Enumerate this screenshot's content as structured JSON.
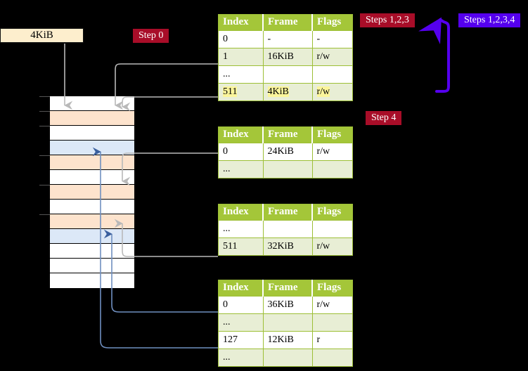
{
  "banner": {
    "label": "4KiB"
  },
  "badges": {
    "step0": "Step 0",
    "step4": "Step 4",
    "steps123": "Steps 1,2,3",
    "steps1234": "Steps 1,2,3,4"
  },
  "colors": {
    "table_header_green": "#a4c639",
    "table_alt_row": "#e8eed5",
    "highlight_yellow": "#fbf59b",
    "badge_red": "#a80d28",
    "badge_blue": "#5500ee",
    "banner_cream": "#fdeecd",
    "memory_peach": "#fde3cd",
    "memory_blue": "#dce8f7",
    "connector_gray": "#b9b9b9",
    "connector_blue": "#6f8fc0",
    "background": "#000000"
  },
  "columns": [
    "Index",
    "Frame",
    "Flags"
  ],
  "tables": [
    {
      "name": "level-4-table",
      "rows": [
        {
          "cells": [
            "0",
            "-",
            "-"
          ],
          "alt": false,
          "highlight": false
        },
        {
          "cells": [
            "1",
            "16KiB",
            "r/w"
          ],
          "alt": true,
          "highlight": false
        },
        {
          "cells": [
            "...",
            "",
            ""
          ],
          "alt": false,
          "highlight": false
        },
        {
          "cells": [
            "511",
            "4KiB",
            "r/w"
          ],
          "alt": true,
          "highlight": true
        }
      ]
    },
    {
      "name": "level-3-table",
      "rows": [
        {
          "cells": [
            "0",
            "24KiB",
            "r/w"
          ],
          "alt": false,
          "highlight": false
        },
        {
          "cells": [
            "...",
            "",
            ""
          ],
          "alt": true,
          "highlight": false
        }
      ]
    },
    {
      "name": "level-2-table",
      "rows": [
        {
          "cells": [
            "...",
            "",
            ""
          ],
          "alt": false,
          "highlight": false
        },
        {
          "cells": [
            "511",
            "32KiB",
            "r/w"
          ],
          "alt": true,
          "highlight": false
        }
      ]
    },
    {
      "name": "level-1-table",
      "rows": [
        {
          "cells": [
            "0",
            "36KiB",
            "r/w"
          ],
          "alt": false,
          "highlight": false
        },
        {
          "cells": [
            "...",
            "",
            ""
          ],
          "alt": true,
          "highlight": false
        },
        {
          "cells": [
            "127",
            "12KiB",
            "r"
          ],
          "alt": false,
          "highlight": false
        },
        {
          "cells": [
            "...",
            "",
            ""
          ],
          "alt": true,
          "highlight": false
        }
      ]
    }
  ],
  "memory_rows": [
    {
      "fill": "white",
      "tick": true
    },
    {
      "fill": "peach",
      "tick": true
    },
    {
      "fill": "white",
      "tick": true
    },
    {
      "fill": "blue",
      "tick": false
    },
    {
      "fill": "peach",
      "tick": true
    },
    {
      "fill": "white",
      "tick": false
    },
    {
      "fill": "peach",
      "tick": true
    },
    {
      "fill": "white",
      "tick": false
    },
    {
      "fill": "peach",
      "tick": true
    },
    {
      "fill": "blue",
      "tick": false
    },
    {
      "fill": "white",
      "tick": false
    },
    {
      "fill": "white",
      "tick": false
    },
    {
      "fill": "white",
      "tick": false
    }
  ]
}
